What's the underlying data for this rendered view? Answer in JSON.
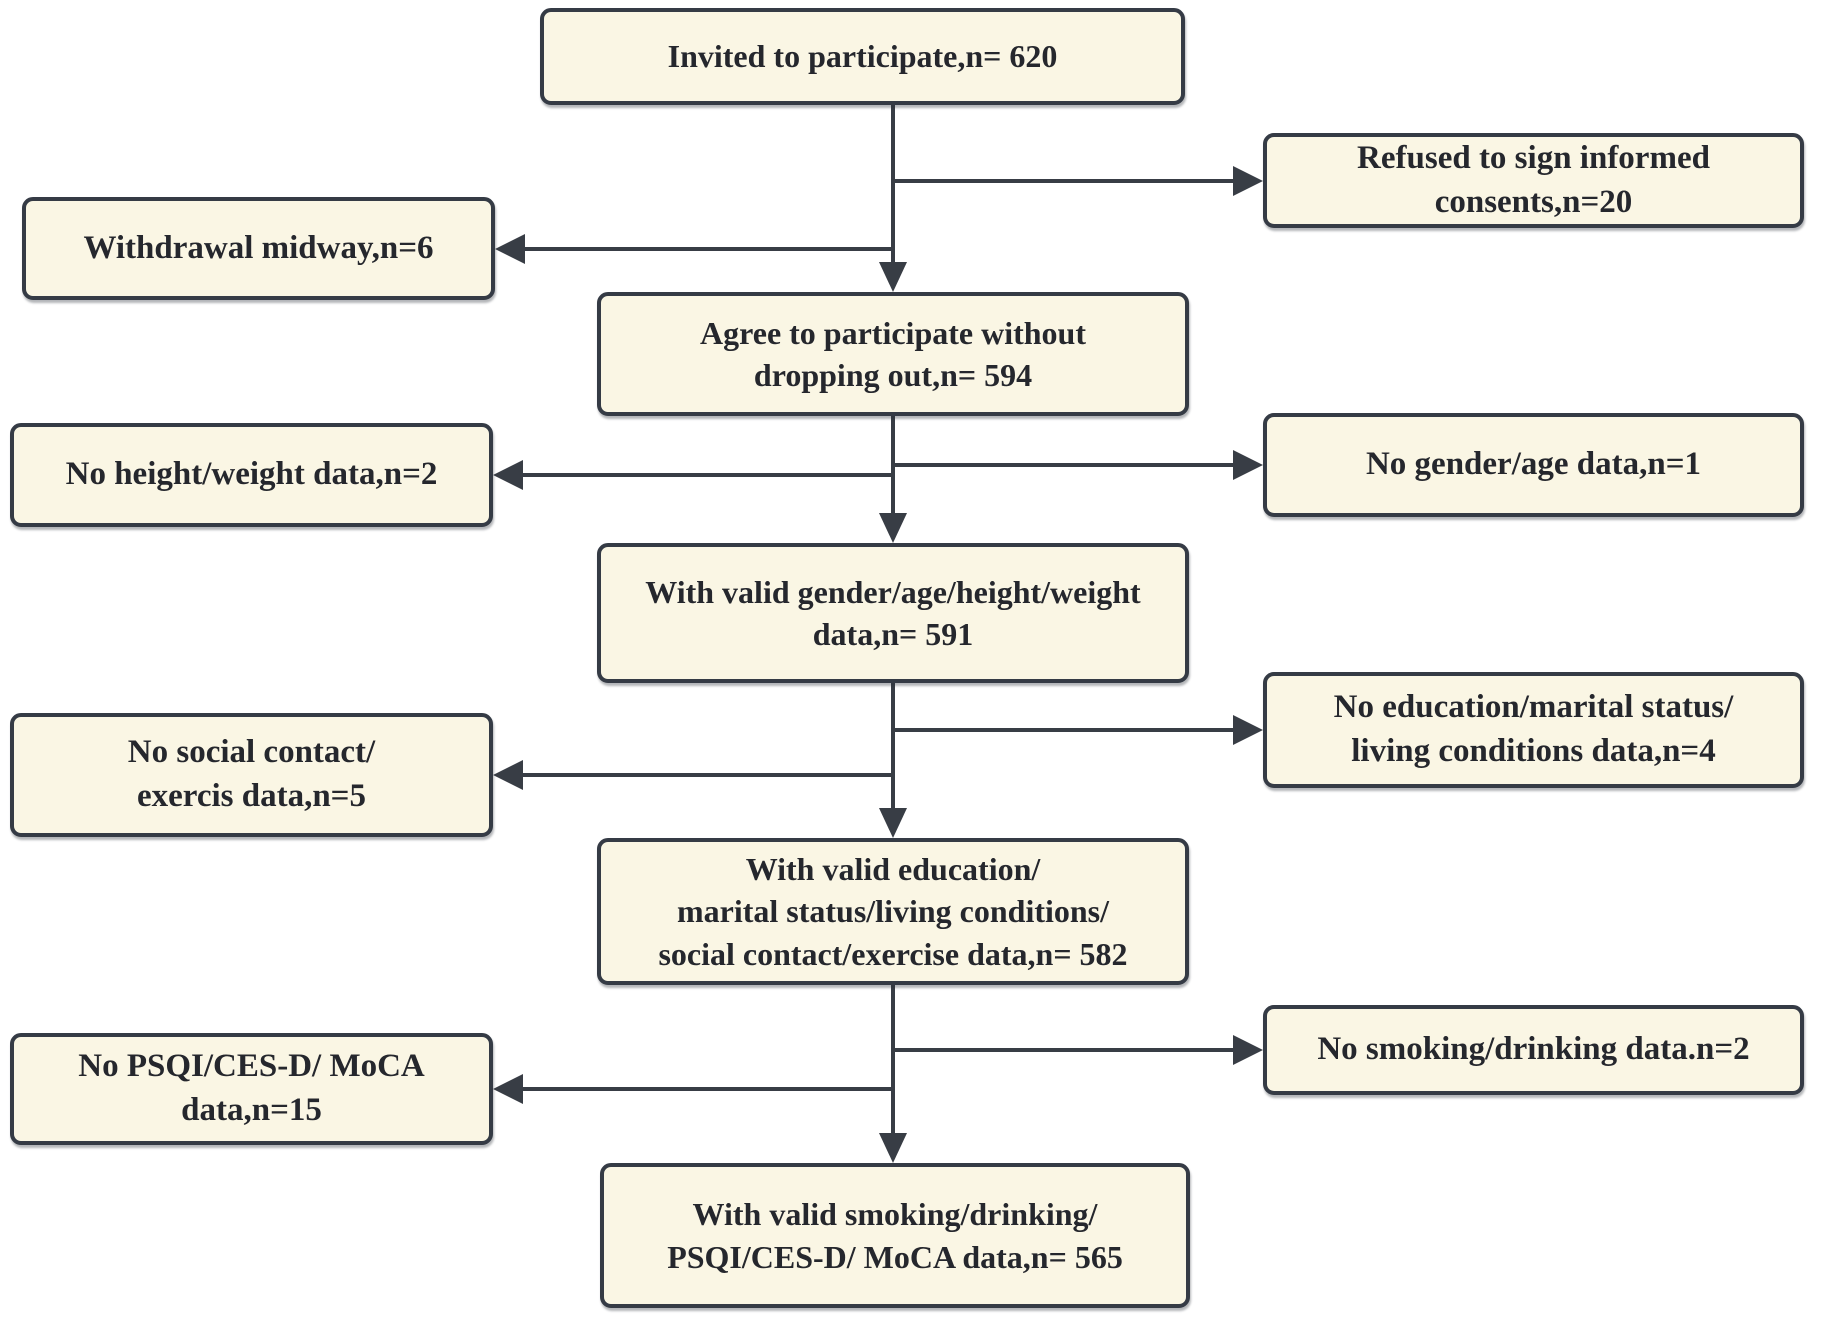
{
  "figure": {
    "type": "flowchart",
    "description": "Participant inclusion flow diagram",
    "colors": {
      "box_fill": "#faf6e4",
      "box_border": "#353b45",
      "line": "#383d45",
      "text": "#25272d",
      "background": "#ffffff"
    },
    "nodes": {
      "invited": {
        "lines": [
          "Invited to participate,n= 620"
        ]
      },
      "refused_consent": {
        "lines": [
          "Refused to sign informed",
          "consents,n=20"
        ]
      },
      "withdrawal_midway": {
        "lines": [
          "Withdrawal midway,n=6"
        ]
      },
      "agree_participate": {
        "lines": [
          "Agree to participate without",
          "dropping out,n= 594"
        ]
      },
      "no_height_weight": {
        "lines": [
          "No height/weight data,n=2"
        ]
      },
      "no_gender_age": {
        "lines": [
          "No gender/age data,n=1"
        ]
      },
      "valid_demographics": {
        "lines": [
          "With valid gender/age/height/weight",
          "data,n= 591"
        ]
      },
      "no_education_marital": {
        "lines": [
          "No education/marital status/",
          "living conditions data,n=4"
        ]
      },
      "no_social_exercise": {
        "lines": [
          "No social contact/",
          "exercis data,n=5"
        ]
      },
      "valid_lifestyle": {
        "lines": [
          "With valid education/",
          "marital status/living conditions/",
          "social contact/exercise data,n= 582"
        ]
      },
      "no_smoking_drinking": {
        "lines": [
          "No smoking/drinking data.n=2"
        ]
      },
      "no_psqi_cesd_moca": {
        "lines": [
          "No PSQI/CES-D/ MoCA",
          "data,n=15"
        ]
      },
      "valid_all": {
        "lines": [
          "With valid smoking/drinking/",
          "PSQI/CES-D/ MoCA data,n= 565"
        ]
      }
    }
  }
}
